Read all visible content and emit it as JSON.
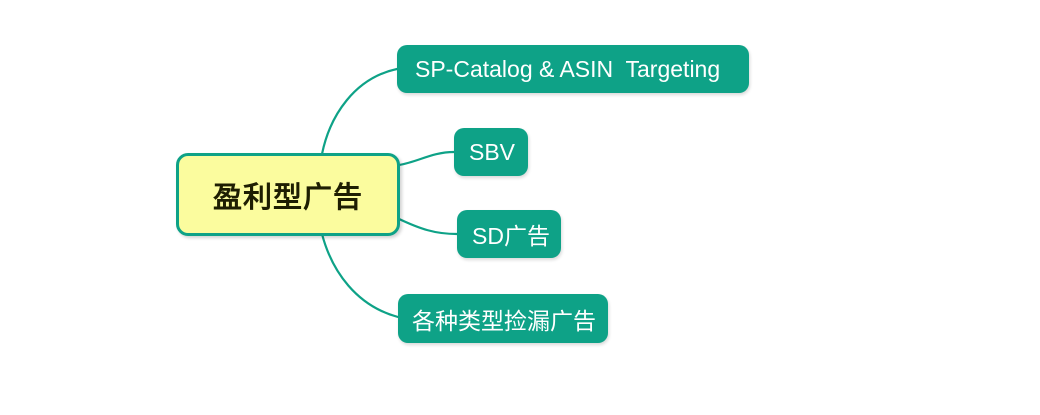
{
  "mindmap": {
    "root": {
      "label": "盈利型广告"
    },
    "children": [
      {
        "label": "SP-Catalog & ASIN  Targeting"
      },
      {
        "label": "SBV"
      },
      {
        "label": "SD广告"
      },
      {
        "label": "各种类型捡漏广告"
      }
    ],
    "colors": {
      "branch_green": "#0EA287",
      "root_fill": "#FBFC9E",
      "root_border": "#0EA287",
      "root_text": "#1E1E02",
      "child_fill": "#0EA287",
      "child_text": "#FFFFFF",
      "background": "#FFFFFF"
    }
  }
}
